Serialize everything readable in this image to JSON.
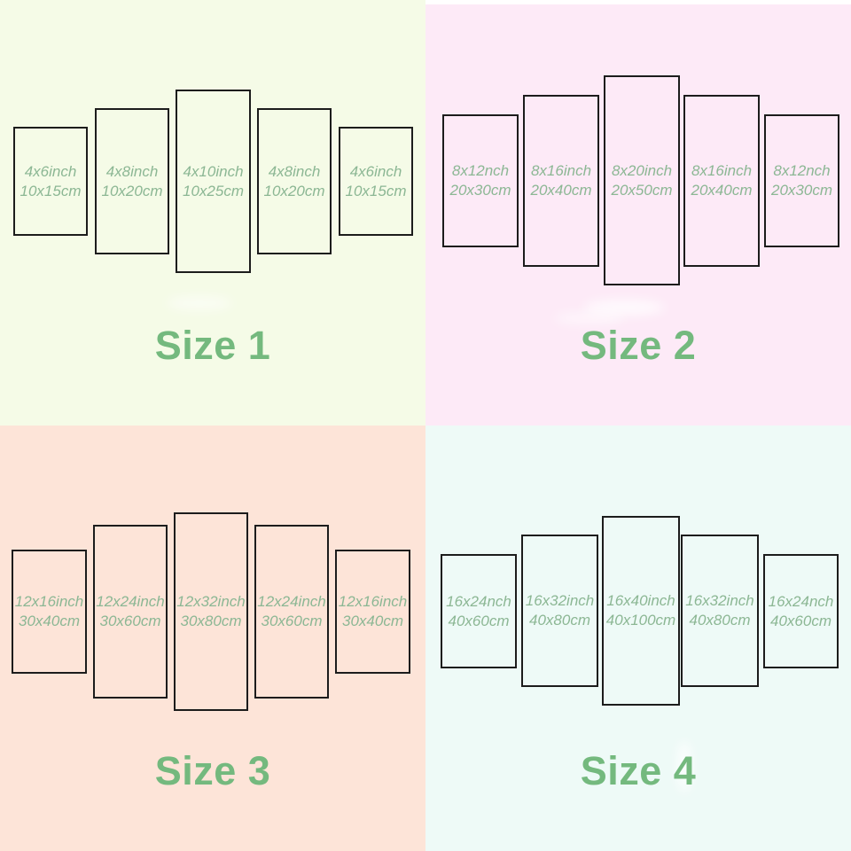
{
  "page_title": "5-panel canvas size chart",
  "quadrants": [
    {
      "label": "Size 1",
      "bg": "#f5fbe7",
      "panels": [
        {
          "inch": "4x6inch",
          "cm": "10x15cm"
        },
        {
          "inch": "4x8inch",
          "cm": "10x20cm"
        },
        {
          "inch": "4x10inch",
          "cm": "10x25cm"
        },
        {
          "inch": "4x8inch",
          "cm": "10x20cm"
        },
        {
          "inch": "4x6inch",
          "cm": "10x15cm"
        }
      ]
    },
    {
      "label": "Size 2",
      "bg": "#fdeaf7",
      "panels": [
        {
          "inch": "8x12nch",
          "cm": "20x30cm"
        },
        {
          "inch": "8x16inch",
          "cm": "20x40cm"
        },
        {
          "inch": "8x20inch",
          "cm": "20x50cm"
        },
        {
          "inch": "8x16inch",
          "cm": "20x40cm"
        },
        {
          "inch": "8x12nch",
          "cm": "20x30cm"
        }
      ]
    },
    {
      "label": "Size 3",
      "bg": "#fde4d8",
      "panels": [
        {
          "inch": "12x16inch",
          "cm": "30x40cm"
        },
        {
          "inch": "12x24inch",
          "cm": "30x60cm"
        },
        {
          "inch": "12x32inch",
          "cm": "30x80cm"
        },
        {
          "inch": "12x24inch",
          "cm": "30x60cm"
        },
        {
          "inch": "12x16inch",
          "cm": "30x40cm"
        }
      ]
    },
    {
      "label": "Size 4",
      "bg": "#eefaf7",
      "panels": [
        {
          "inch": "16x24nch",
          "cm": "40x60cm"
        },
        {
          "inch": "16x32inch",
          "cm": "40x80cm"
        },
        {
          "inch": "16x40inch",
          "cm": "40x100cm"
        },
        {
          "inch": "16x32inch",
          "cm": "40x80cm"
        },
        {
          "inch": "16x24nch",
          "cm": "40x60cm"
        }
      ]
    }
  ],
  "colors": {
    "panel_text_green": "#8cb794",
    "size_label_green": "#74b97e",
    "panel_border": "#1c1c1c",
    "q1_bg": "#f5fbe7",
    "q2_bg": "#fdeaf7",
    "q3_bg": "#fde4d8",
    "q4_bg": "#eefaf7"
  }
}
